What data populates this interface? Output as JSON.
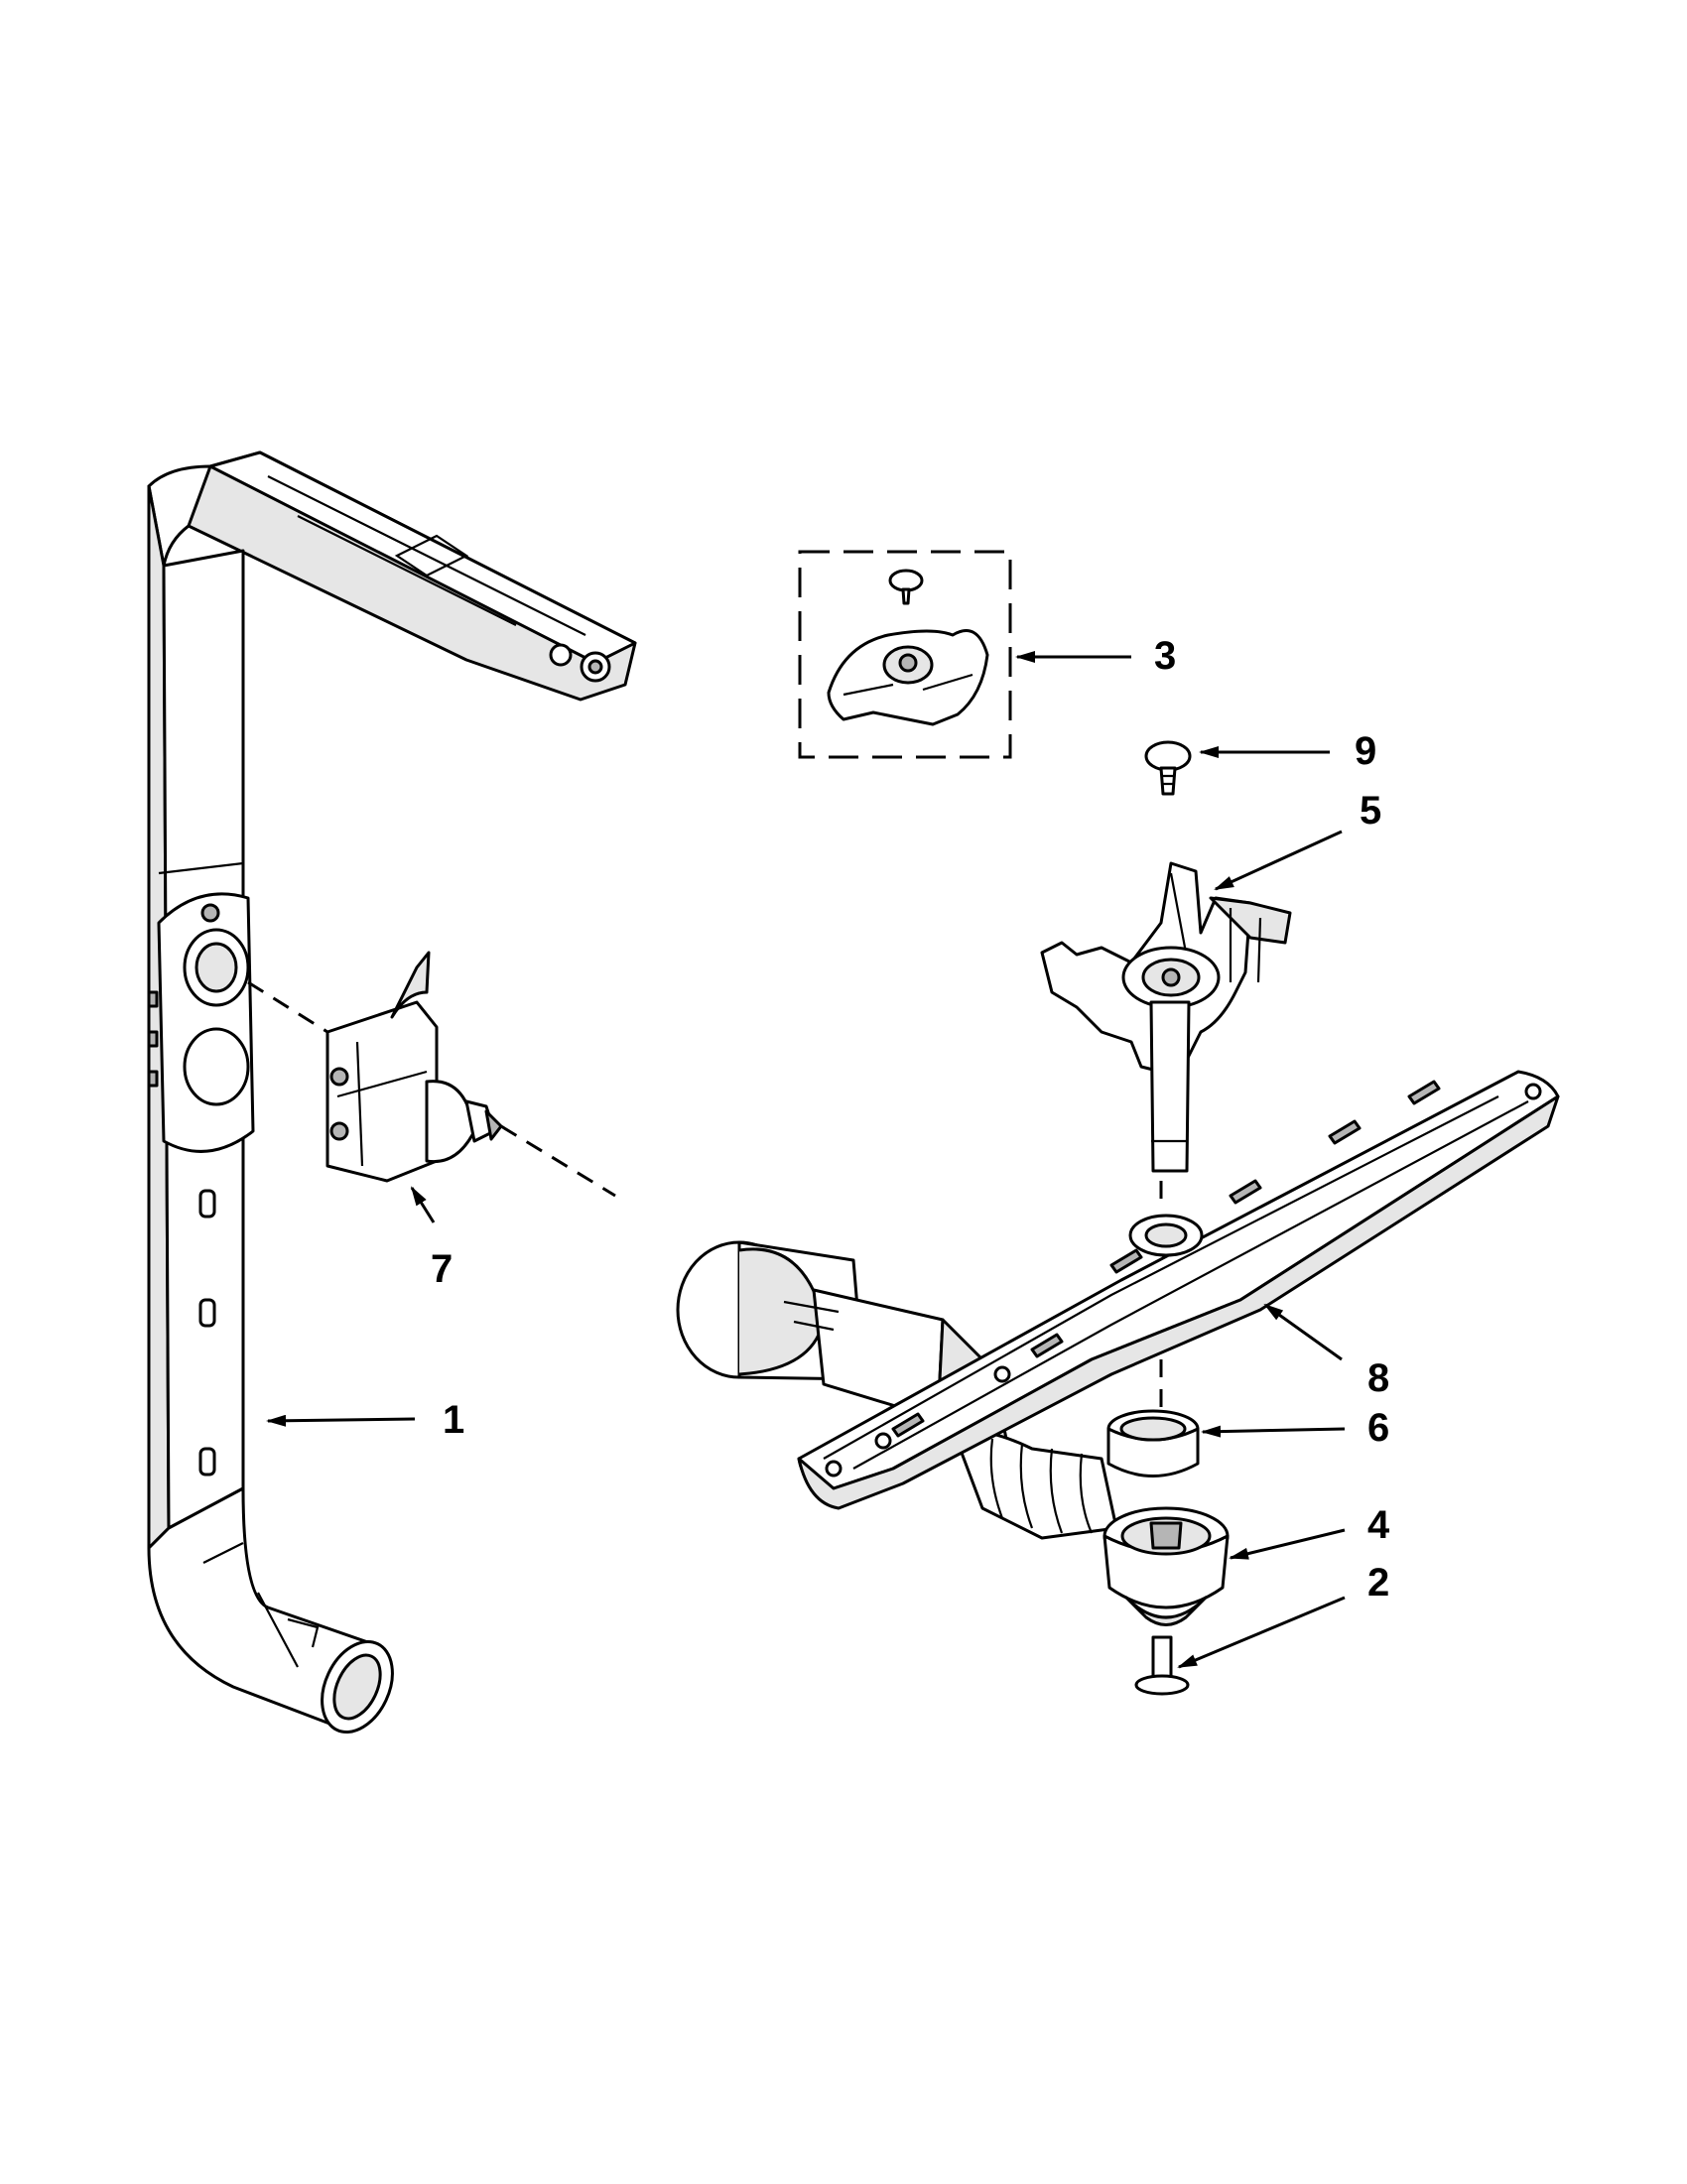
{
  "diagram": {
    "callouts": [
      {
        "id": "1",
        "label": "1"
      },
      {
        "id": "2",
        "label": "2"
      },
      {
        "id": "3",
        "label": "3"
      },
      {
        "id": "4",
        "label": "4"
      },
      {
        "id": "5",
        "label": "5"
      },
      {
        "id": "6",
        "label": "6"
      },
      {
        "id": "7",
        "label": "7"
      },
      {
        "id": "8",
        "label": "8"
      },
      {
        "id": "9",
        "label": "9"
      }
    ],
    "colors": {
      "line": "#000000",
      "background": "#ffffff",
      "shade": "#e6e6e6"
    }
  }
}
